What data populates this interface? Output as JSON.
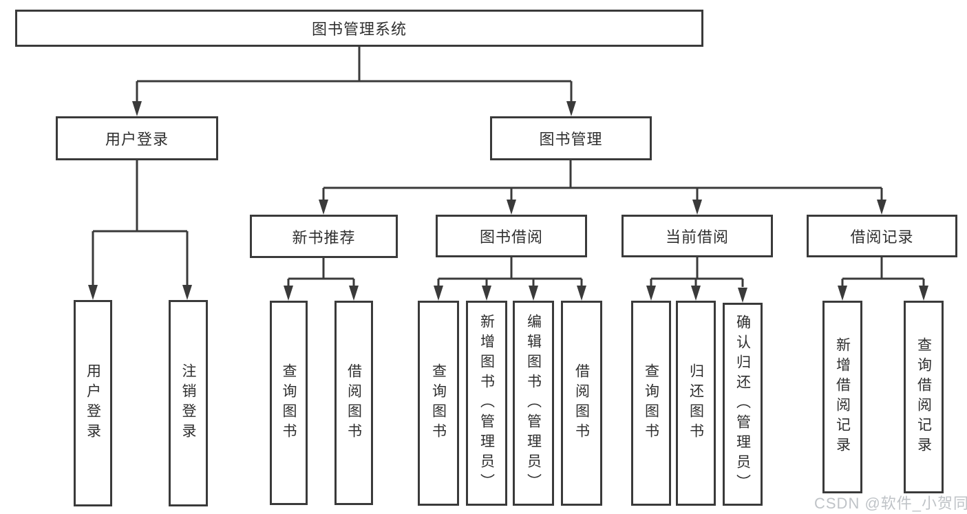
{
  "diagram": {
    "root": "图书管理系统",
    "nodes": {
      "user_login": "用户登录",
      "book_mgmt": "图书管理",
      "new_books": "新书推荐",
      "book_borrow": "图书借阅",
      "current_borrow": "当前借阅",
      "borrow_records": "借阅记录"
    },
    "leaves": {
      "login_user": "用户登录",
      "login_logout": "注销登录",
      "nb_query": "查询图书",
      "nb_borrow": "借阅图书",
      "bb_query": "查询图书",
      "bb_add": "新增图书（管理员）",
      "bb_edit": "编辑图书（管理员）",
      "bb_borrow": "借阅图书",
      "cb_query": "查询图书",
      "cb_return": "归还图书",
      "cb_confirm": "确认归还（管理员）",
      "br_add": "新增借阅记录",
      "br_query": "查询借阅记录"
    },
    "watermark": "CSDN @软件_小贺同学",
    "colors": {
      "line": "#3a3a3a",
      "watermark": "#b9bdc2"
    }
  }
}
